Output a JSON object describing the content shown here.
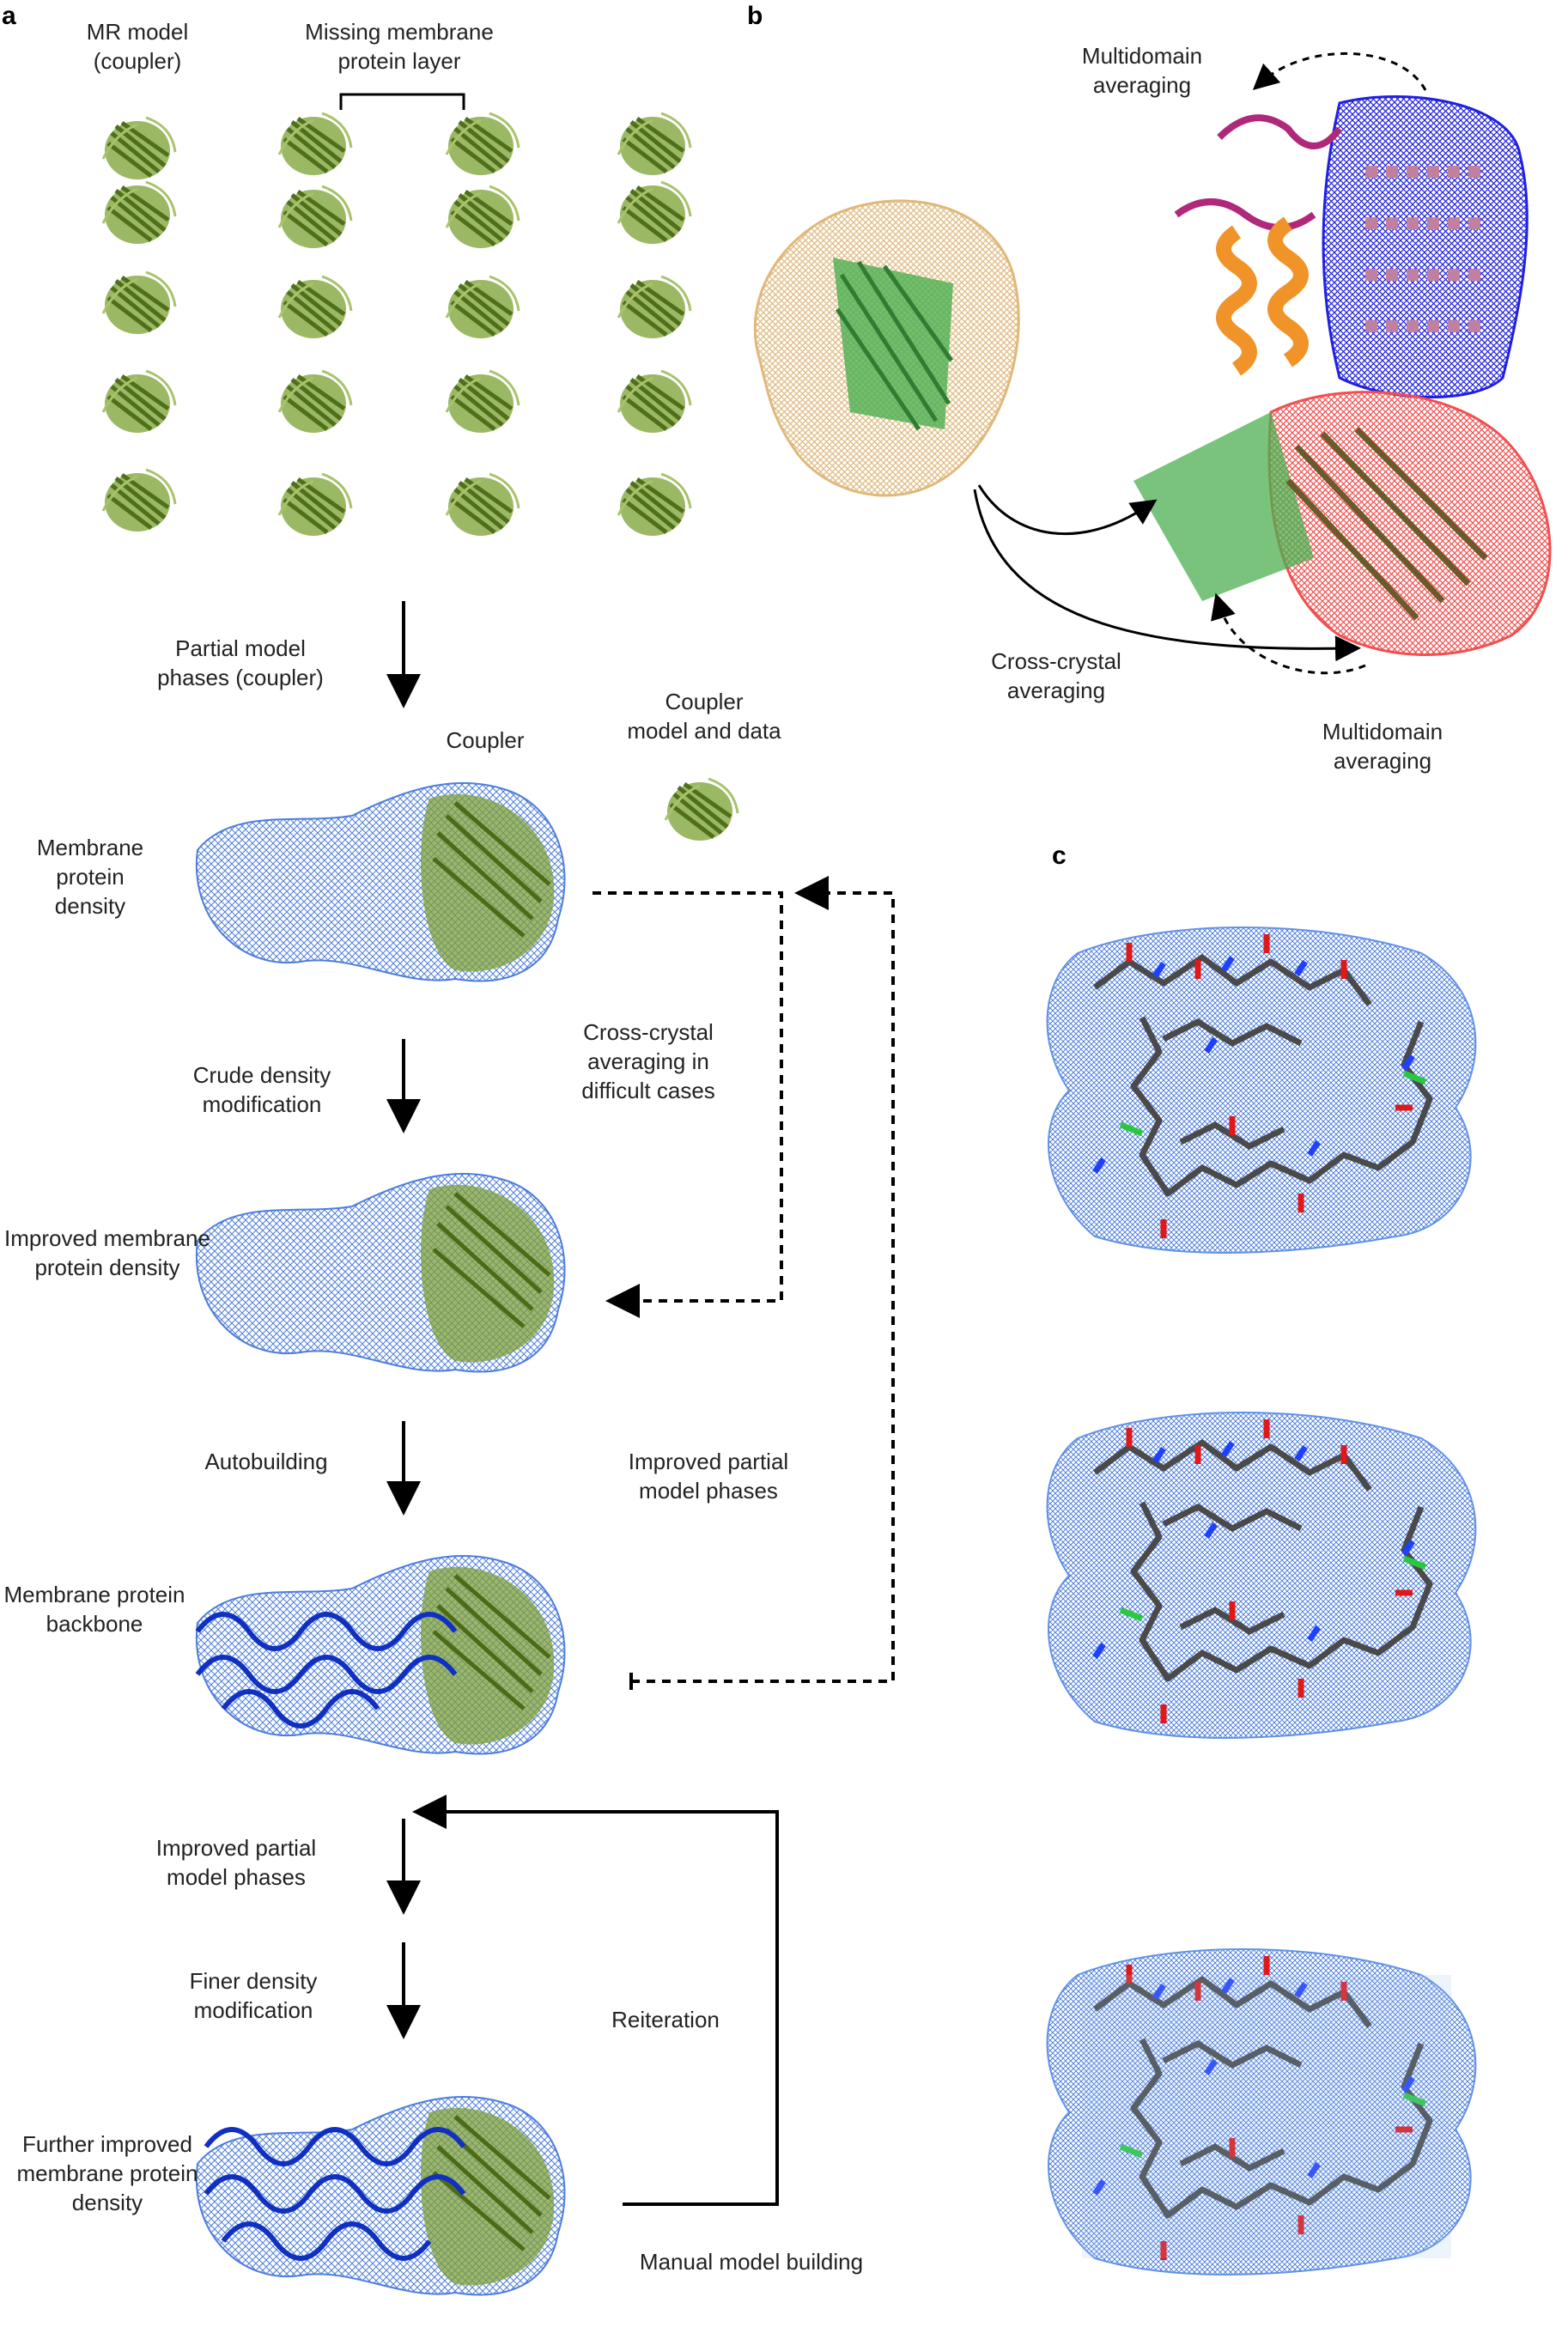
{
  "panels": {
    "a": "a",
    "b": "b",
    "c": "c"
  },
  "panel_a": {
    "mr_model": "MR model\n(coupler)",
    "missing_layer": "Missing membrane\nprotein layer",
    "partial_phases": "Partial model\nphases (coupler)",
    "coupler": "Coupler",
    "coupler_model_data": "Coupler\nmodel and data",
    "membrane_density": "Membrane protein\ndensity",
    "crude_dm": "Crude density\nmodification",
    "cross_crystal_difficult": "Cross-crystal\naveraging in\ndifficult cases",
    "improved_density": "Improved membrane\nprotein density",
    "autobuilding": "Autobuilding",
    "improved_phases_right": "Improved partial\nmodel phases",
    "backbone": "Membrane protein\nbackbone",
    "improved_phases_left": "Improved partial\nmodel phases",
    "finer_dm": "Finer density\nmodification",
    "reiteration": "Reiteration",
    "further_improved": "Further improved\nmembrane protein\ndensity",
    "manual_building": "Manual model building"
  },
  "panel_b": {
    "multidomain_top": "Multidomain\naveraging",
    "cross_crystal": "Cross-crystal\naveraging",
    "multidomain_bottom": "Multidomain\naveraging"
  },
  "colors": {
    "beta_barrel_green": "#6b8e23",
    "bright_green": "#4caf50",
    "density_blue": "#3a6fd8",
    "map_tan": "#e0b87a",
    "map_blue": "#2020e0",
    "map_red": "#f05050",
    "helix_orange": "#f0942a",
    "loop_magenta": "#b0287a",
    "stick_grey": "#4a4a4a",
    "oxygen_red": "#e01818",
    "nitrogen_blue": "#2040ff"
  }
}
